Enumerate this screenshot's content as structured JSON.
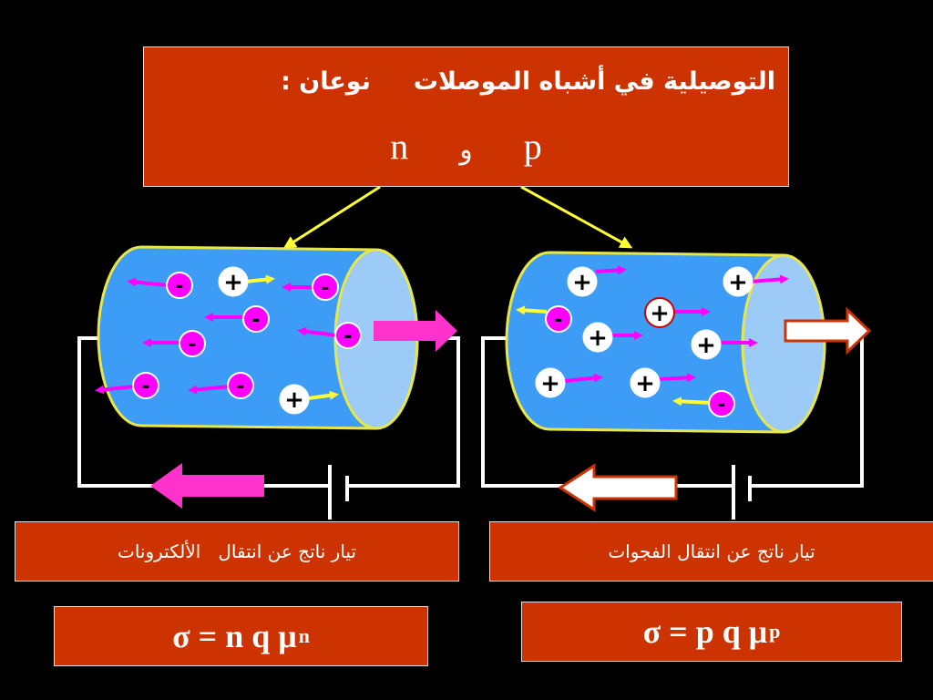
{
  "title": {
    "line1": "التوصيلية في أشباه الموصلات     نوعان :",
    "type_p": "p",
    "conj": "و",
    "type_n": "n"
  },
  "captions": {
    "electrons": "تيار ناتج عن انتقال   الألكترونات",
    "holes": "تيار ناتج عن انتقال الفجوات"
  },
  "formulas": {
    "electrons": {
      "main": "σ = n q μ",
      "sub": "n"
    },
    "holes": {
      "main": "σ = p q μ",
      "sub": "p"
    }
  },
  "particles": {
    "electron_symbol": "-",
    "hole_symbol": "+"
  },
  "colors": {
    "background": "#000000",
    "box_fill": "#cc3300",
    "cylinder_body": "#3d9cf5",
    "cylinder_end": "#9ccbf7",
    "cylinder_outline": "#e8e64a",
    "electron": "#ff00ff",
    "hole_arrow": "#ff00ff",
    "hole_outlier_arrow": "#ffff33",
    "n_current_arrow": "#ff33cc",
    "p_current_arrow": "#ffffff"
  },
  "icons": [
    "electron-icon",
    "hole-icon",
    "battery-icon",
    "current-arrow-icon"
  ]
}
